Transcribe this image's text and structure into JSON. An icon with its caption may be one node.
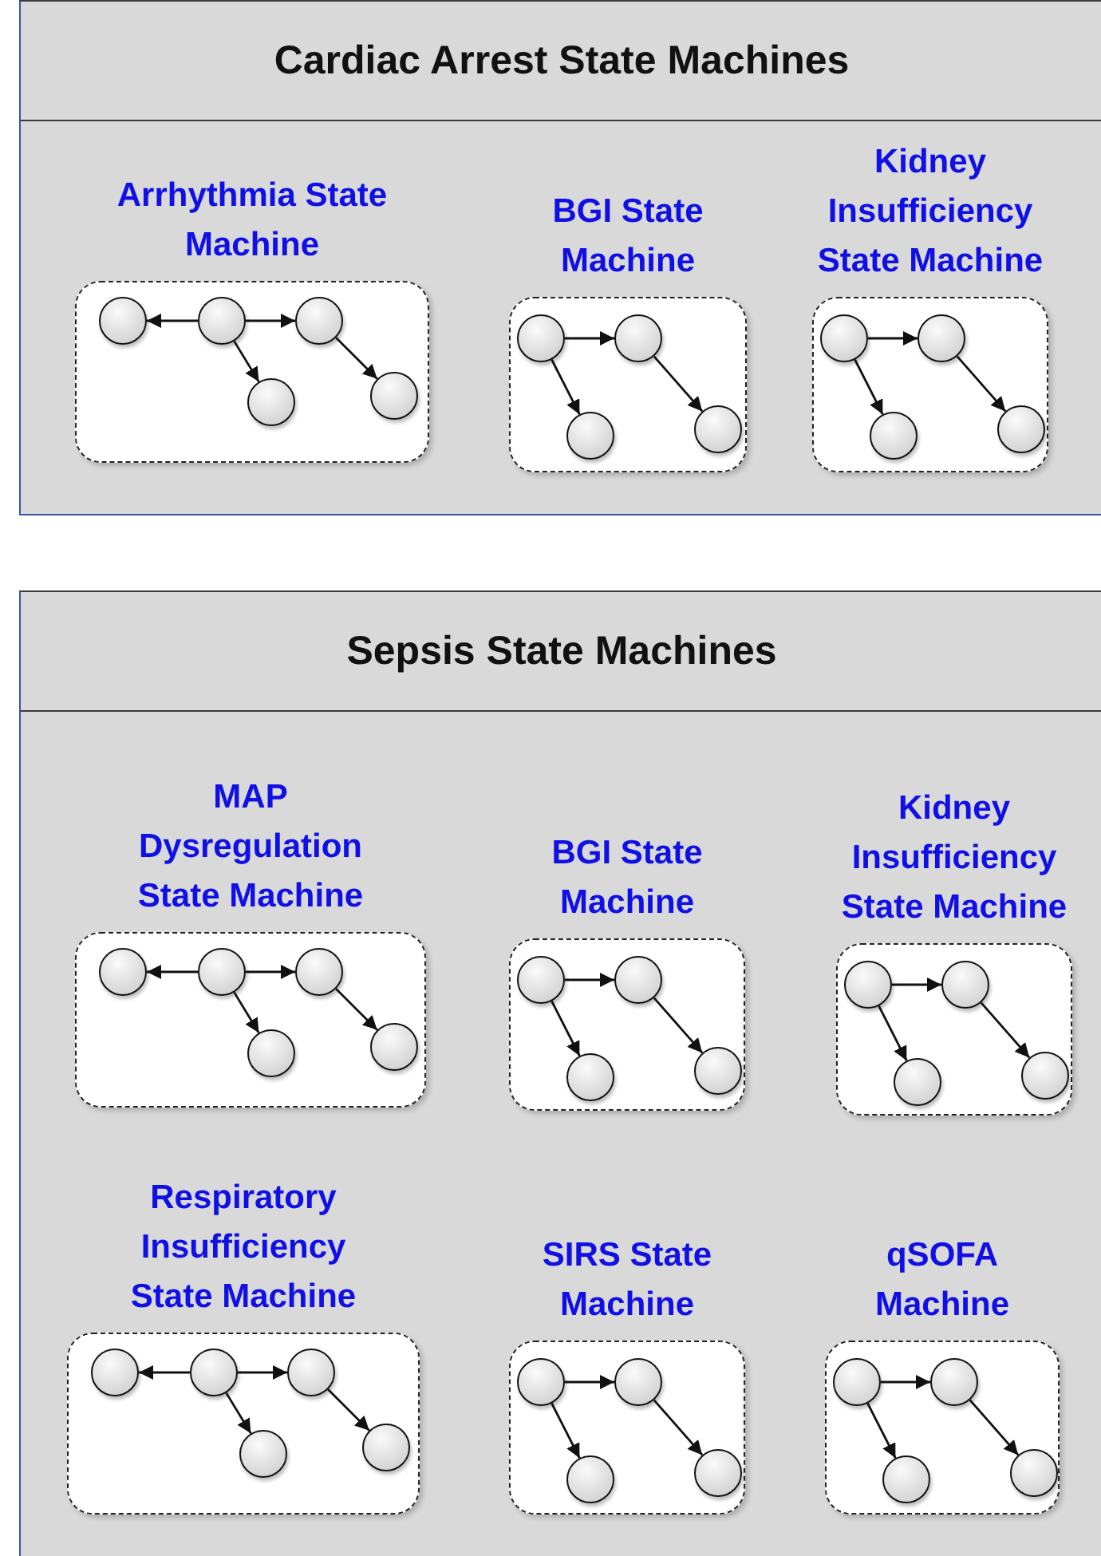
{
  "diagram": {
    "nodes": [
      {
        "text": [
          "Cardiac Arrest State Machines"
        ]
      },
      {
        "text": [
          "Arrhythmia State Machine"
        ],
        "in": 0
      },
      {
        "text": [],
        "shape": "circle",
        "in": 1
      },
      {
        "text": [],
        "shape": "circle",
        "in": 1
      },
      {
        "text": [],
        "shape": "circle",
        "in": 1
      },
      {
        "text": [],
        "shape": "circle",
        "in": 1
      },
      {
        "text": [],
        "shape": "circle",
        "in": 1
      },
      {
        "text": [
          "BGI State Machine"
        ],
        "in": 0
      },
      {
        "text": [],
        "shape": "circle",
        "in": 7
      },
      {
        "text": [],
        "shape": "circle",
        "in": 7
      },
      {
        "text": [],
        "shape": "circle",
        "in": 7
      },
      {
        "text": [],
        "shape": "circle",
        "in": 7
      },
      {
        "text": [
          "Kidney Insufficiency State Machine"
        ],
        "in": 0
      },
      {
        "text": [],
        "shape": "circle",
        "in": 12
      },
      {
        "text": [],
        "shape": "circle",
        "in": 12
      },
      {
        "text": [],
        "shape": "circle",
        "in": 12
      },
      {
        "text": [],
        "shape": "circle",
        "in": 12
      },
      {
        "text": [
          "Sepsis State Machines"
        ]
      },
      {
        "text": [
          "MAP Dysregulation State Machine"
        ],
        "in": 17
      },
      {
        "text": [],
        "shape": "circle",
        "in": 18
      },
      {
        "text": [],
        "shape": "circle",
        "in": 18
      },
      {
        "text": [],
        "shape": "circle",
        "in": 18
      },
      {
        "text": [],
        "shape": "circle",
        "in": 18
      },
      {
        "text": [],
        "shape": "circle",
        "in": 18
      },
      {
        "text": [
          "BGI State Machine"
        ],
        "in": 17
      },
      {
        "text": [],
        "shape": "circle",
        "in": 24
      },
      {
        "text": [],
        "shape": "circle",
        "in": 24
      },
      {
        "text": [],
        "shape": "circle",
        "in": 24
      },
      {
        "text": [],
        "shape": "circle",
        "in": 24
      },
      {
        "text": [
          "Kidney Insufficiency State Machine"
        ],
        "in": 17
      },
      {
        "text": [],
        "shape": "circle",
        "in": 29
      },
      {
        "text": [],
        "shape": "circle",
        "in": 29
      },
      {
        "text": [],
        "shape": "circle",
        "in": 29
      },
      {
        "text": [],
        "shape": "circle",
        "in": 29
      },
      {
        "text": [
          "Respiratory Insufficiency State Machine"
        ],
        "in": 17
      },
      {
        "text": [],
        "shape": "circle",
        "in": 34
      },
      {
        "text": [],
        "shape": "circle",
        "in": 34
      },
      {
        "text": [],
        "shape": "circle",
        "in": 34
      },
      {
        "text": [],
        "shape": "circle",
        "in": 34
      },
      {
        "text": [],
        "shape": "circle",
        "in": 34
      },
      {
        "text": [
          "SIRS State Machine"
        ],
        "in": 17
      },
      {
        "text": [],
        "shape": "circle",
        "in": 40
      },
      {
        "text": [],
        "shape": "circle",
        "in": 40
      },
      {
        "text": [],
        "shape": "circle",
        "in": 40
      },
      {
        "text": [],
        "shape": "circle",
        "in": 40
      },
      {
        "text": [
          "qSOFA Machine"
        ],
        "in": 17
      },
      {
        "text": [],
        "shape": "circle",
        "in": 45
      },
      {
        "text": [],
        "shape": "circle",
        "in": 45
      },
      {
        "text": [],
        "shape": "circle",
        "in": 45
      },
      {
        "text": [],
        "shape": "circle",
        "in": 45
      }
    ],
    "edges": [
      {
        "from": 3,
        "to": 2,
        "arrow": "to"
      },
      {
        "from": 3,
        "to": 4,
        "arrow": "to"
      },
      {
        "from": 3,
        "to": 5,
        "arrow": "to"
      },
      {
        "from": 4,
        "to": 6,
        "arrow": "to"
      },
      {
        "from": 8,
        "to": 9,
        "arrow": "to"
      },
      {
        "from": 8,
        "to": 10,
        "arrow": "to"
      },
      {
        "from": 9,
        "to": 11,
        "arrow": "to"
      },
      {
        "from": 13,
        "to": 14,
        "arrow": "to"
      },
      {
        "from": 13,
        "to": 15,
        "arrow": "to"
      },
      {
        "from": 14,
        "to": 16,
        "arrow": "to"
      },
      {
        "from": 20,
        "to": 19,
        "arrow": "to"
      },
      {
        "from": 20,
        "to": 21,
        "arrow": "to"
      },
      {
        "from": 20,
        "to": 22,
        "arrow": "to"
      },
      {
        "from": 21,
        "to": 23,
        "arrow": "to"
      },
      {
        "from": 25,
        "to": 26,
        "arrow": "to"
      },
      {
        "from": 25,
        "to": 27,
        "arrow": "to"
      },
      {
        "from": 26,
        "to": 28,
        "arrow": "to"
      },
      {
        "from": 30,
        "to": 31,
        "arrow": "to"
      },
      {
        "from": 30,
        "to": 32,
        "arrow": "to"
      },
      {
        "from": 31,
        "to": 33,
        "arrow": "to"
      },
      {
        "from": 36,
        "to": 35,
        "arrow": "to"
      },
      {
        "from": 36,
        "to": 37,
        "arrow": "to"
      },
      {
        "from": 36,
        "to": 38,
        "arrow": "to"
      },
      {
        "from": 37,
        "to": 39,
        "arrow": "to"
      },
      {
        "from": 41,
        "to": 42,
        "arrow": "to"
      },
      {
        "from": 41,
        "to": 43,
        "arrow": "to"
      },
      {
        "from": 42,
        "to": 44,
        "arrow": "to"
      },
      {
        "from": 46,
        "to": 47,
        "arrow": "to"
      },
      {
        "from": 46,
        "to": 48,
        "arrow": "to"
      },
      {
        "from": 47,
        "to": 49,
        "arrow": "to"
      }
    ]
  }
}
